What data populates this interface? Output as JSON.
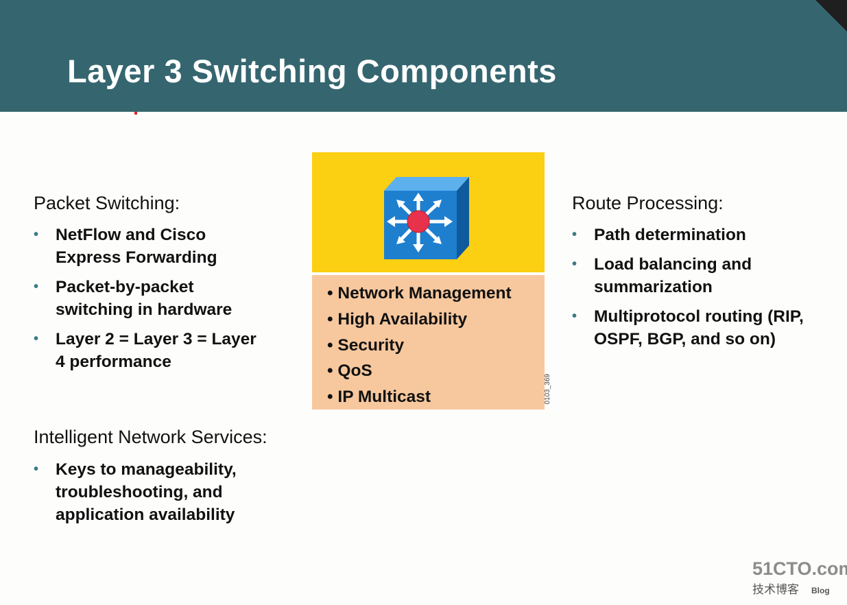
{
  "title": "Layer 3 Switching Components",
  "left": {
    "packet_switching": {
      "heading": "Packet Switching:",
      "bullets": [
        "NetFlow and Cisco Express Forwarding",
        "Packet-by-packet switching in hardware",
        "Layer 2 = Layer 3 = Layer 4 performance"
      ]
    },
    "intelligent_services": {
      "heading": "Intelligent Network Services:",
      "bullets": [
        "Keys to manageability, troubleshooting, and application availability"
      ]
    }
  },
  "center": {
    "icon": "multilayer-switch-icon",
    "features": [
      "• Network Management",
      "• High Availability",
      "• Security",
      "• QoS",
      "• IP Multicast"
    ],
    "figure_code": "0103_369"
  },
  "right": {
    "route_processing": {
      "heading": "Route Processing:",
      "bullets": [
        "Path determination",
        "Load balancing and summarization",
        "Multiprotocol routing (RIP, OSPF, BGP, and so on)"
      ]
    }
  },
  "bullet_glyph": "•",
  "watermark": {
    "logo": "51CTO.com",
    "subtitle": "技术博客",
    "blog": "Blog"
  },
  "colors": {
    "header": "#356670",
    "yellow_panel": "#fbcf12",
    "peach_panel": "#f7c89e",
    "switch_blue": "#1e7fcf",
    "hub_red": "#e8314a"
  }
}
